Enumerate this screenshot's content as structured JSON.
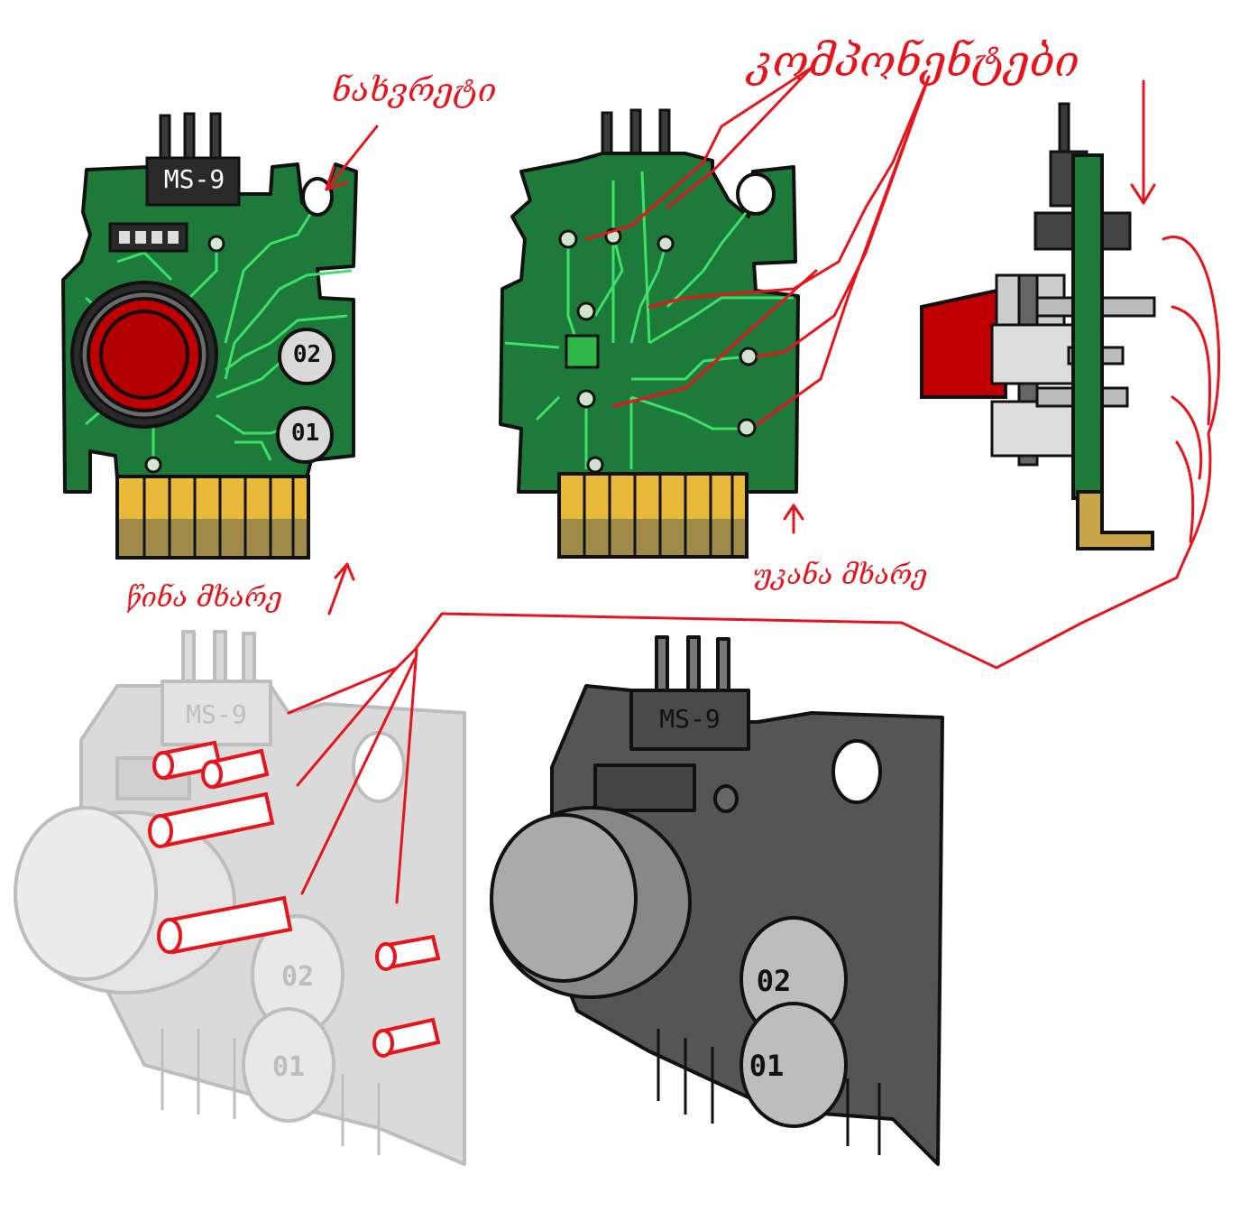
{
  "colors": {
    "pcb": "#1d7a3a",
    "pcb_dark": "#0f5a28",
    "trace": "#3fe06a",
    "button": "#c00000",
    "gold": "#e9b93a",
    "gold_dark": "#a08a4a",
    "ink": "#111111",
    "annotation": "#e8141b",
    "ghost": "#d4d4d4",
    "dark_model": "#555555",
    "cap": "#d9d9d9"
  },
  "front_view": {
    "chip_label": "MS-9",
    "cap_top": "02",
    "cap_bottom": "01"
  },
  "model_light": {
    "chip_label": "MS-9",
    "cap_top": "02",
    "cap_bottom": "01"
  },
  "model_dark": {
    "chip_label": "MS-9",
    "cap_top": "02",
    "cap_bottom": "01"
  },
  "annotations": {
    "mounting_hole": "ნახვრეტი",
    "components": "კომპონენტები",
    "front_side": "წინა მხარე",
    "back_side": "უკანა მხარე"
  }
}
